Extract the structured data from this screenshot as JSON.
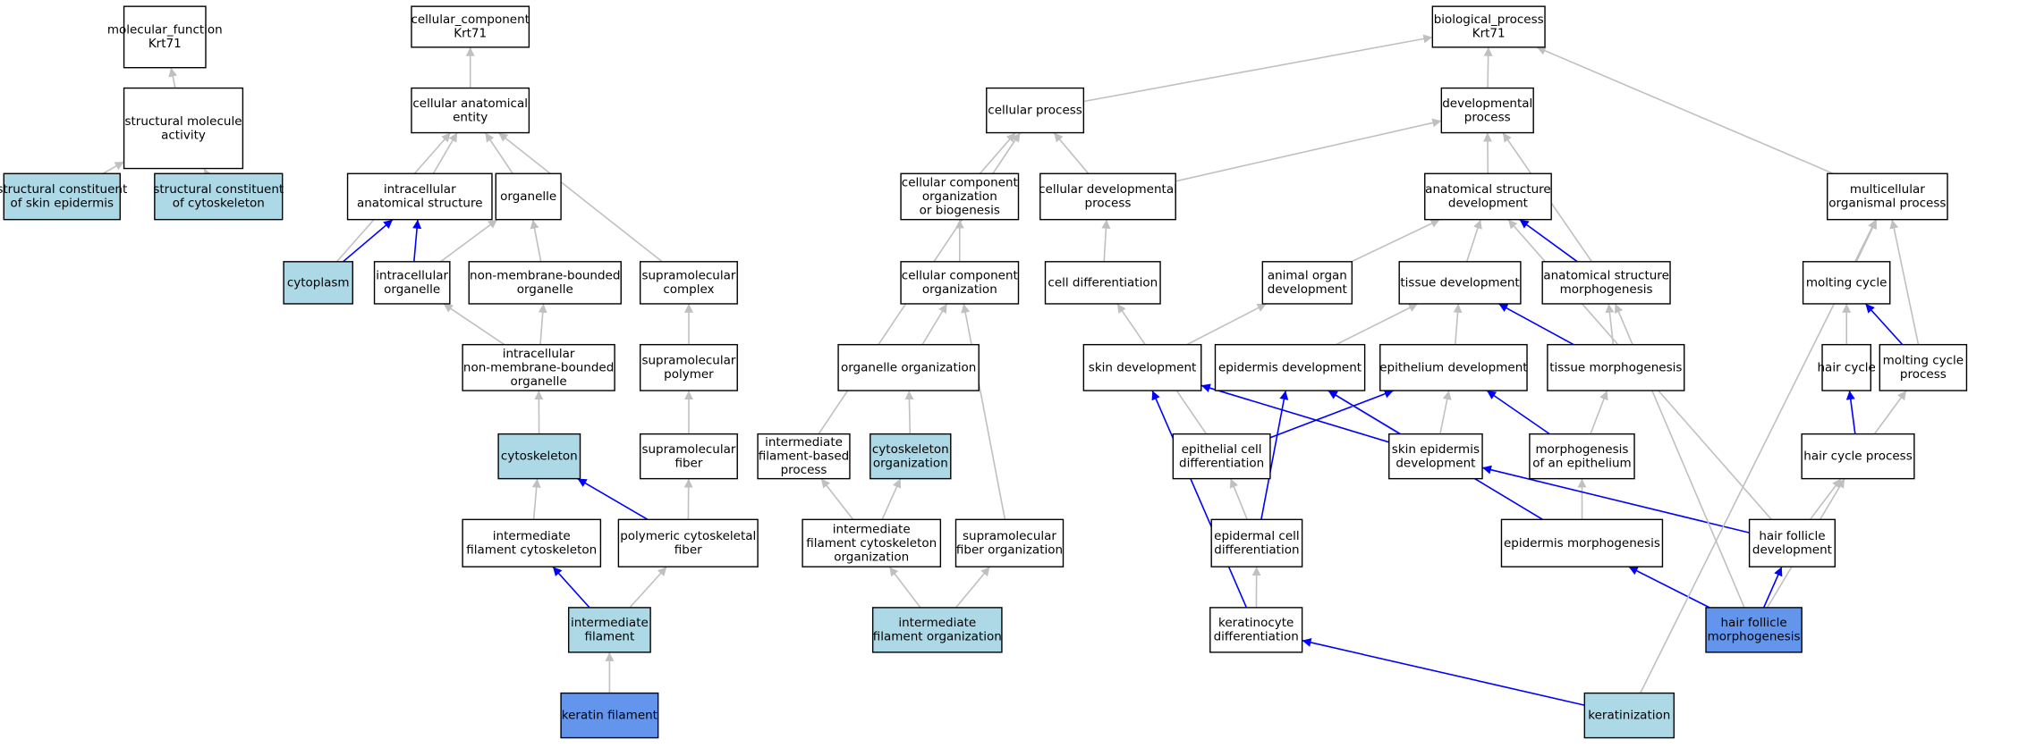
{
  "colors": {
    "default": "#ffffff",
    "highlight": "#add8e6",
    "query": "#6495ed",
    "edge_is_a": "#c0c0c0",
    "edge_part_of": "#0000ff"
  },
  "nodes": [
    {
      "id": "mf",
      "lines": [
        "molecular_function",
        "Krt71"
      ],
      "fill": "default"
    },
    {
      "id": "sma",
      "lines": [
        "structural molecule",
        "activity"
      ],
      "fill": "default"
    },
    {
      "id": "scse",
      "lines": [
        "structural constituent",
        "of skin epidermis"
      ],
      "fill": "highlight"
    },
    {
      "id": "scc",
      "lines": [
        "structural constituent",
        "of cytoskeleton"
      ],
      "fill": "highlight"
    },
    {
      "id": "cc",
      "lines": [
        "cellular_component",
        "Krt71"
      ],
      "fill": "default"
    },
    {
      "id": "cae",
      "lines": [
        "cellular anatomical",
        "entity"
      ],
      "fill": "default"
    },
    {
      "id": "ias",
      "lines": [
        "intracellular",
        "anatomical structure"
      ],
      "fill": "default"
    },
    {
      "id": "org",
      "lines": [
        "organelle"
      ],
      "fill": "default"
    },
    {
      "id": "cyto",
      "lines": [
        "cytoplasm"
      ],
      "fill": "highlight"
    },
    {
      "id": "io",
      "lines": [
        "intracellular",
        "organelle"
      ],
      "fill": "default"
    },
    {
      "id": "nmbo",
      "lines": [
        "non-membrane-bounded",
        "organelle"
      ],
      "fill": "default"
    },
    {
      "id": "smc",
      "lines": [
        "supramolecular",
        "complex"
      ],
      "fill": "default"
    },
    {
      "id": "inmbo",
      "lines": [
        "intracellular",
        "non-membrane-bounded",
        "organelle"
      ],
      "fill": "default"
    },
    {
      "id": "smp",
      "lines": [
        "supramolecular",
        "polymer"
      ],
      "fill": "default"
    },
    {
      "id": "csk",
      "lines": [
        "cytoskeleton"
      ],
      "fill": "highlight"
    },
    {
      "id": "smf",
      "lines": [
        "supramolecular",
        "fiber"
      ],
      "fill": "default"
    },
    {
      "id": "ifc",
      "lines": [
        "intermediate",
        "filament cytoskeleton"
      ],
      "fill": "default"
    },
    {
      "id": "pcf",
      "lines": [
        "polymeric cytoskeletal",
        "fiber"
      ],
      "fill": "default"
    },
    {
      "id": "if",
      "lines": [
        "intermediate",
        "filament"
      ],
      "fill": "highlight"
    },
    {
      "id": "kf",
      "lines": [
        "keratin filament"
      ],
      "fill": "query"
    },
    {
      "id": "bp",
      "lines": [
        "biological_process",
        "Krt71"
      ],
      "fill": "default"
    },
    {
      "id": "cp",
      "lines": [
        "cellular process"
      ],
      "fill": "default"
    },
    {
      "id": "dp",
      "lines": [
        "developmental",
        "process"
      ],
      "fill": "default"
    },
    {
      "id": "ccob",
      "lines": [
        "cellular component",
        "organization",
        "or biogenesis"
      ],
      "fill": "default"
    },
    {
      "id": "cdp",
      "lines": [
        "cellular developmental",
        "process"
      ],
      "fill": "default"
    },
    {
      "id": "asd",
      "lines": [
        "anatomical structure",
        "development"
      ],
      "fill": "default"
    },
    {
      "id": "mop",
      "lines": [
        "multicellular",
        "organismal process"
      ],
      "fill": "default"
    },
    {
      "id": "cco",
      "lines": [
        "cellular component",
        "organization"
      ],
      "fill": "default"
    },
    {
      "id": "cd",
      "lines": [
        "cell differentiation"
      ],
      "fill": "default"
    },
    {
      "id": "aod",
      "lines": [
        "animal organ",
        "development"
      ],
      "fill": "default"
    },
    {
      "id": "td",
      "lines": [
        "tissue development"
      ],
      "fill": "default"
    },
    {
      "id": "asm",
      "lines": [
        "anatomical structure",
        "morphogenesis"
      ],
      "fill": "default"
    },
    {
      "id": "mc",
      "lines": [
        "molting cycle"
      ],
      "fill": "default"
    },
    {
      "id": "oo",
      "lines": [
        "organelle organization"
      ],
      "fill": "default"
    },
    {
      "id": "sd",
      "lines": [
        "skin development"
      ],
      "fill": "default"
    },
    {
      "id": "epd",
      "lines": [
        "epidermis development"
      ],
      "fill": "default"
    },
    {
      "id": "ethd",
      "lines": [
        "epithelium development"
      ],
      "fill": "default"
    },
    {
      "id": "tm",
      "lines": [
        "tissue morphogenesis"
      ],
      "fill": "default"
    },
    {
      "id": "hc",
      "lines": [
        "hair cycle"
      ],
      "fill": "default"
    },
    {
      "id": "mcp",
      "lines": [
        "molting cycle",
        "process"
      ],
      "fill": "default"
    },
    {
      "id": "ifbp",
      "lines": [
        "intermediate",
        "filament-based",
        "process"
      ],
      "fill": "default"
    },
    {
      "id": "csko",
      "lines": [
        "cytoskeleton",
        "organization"
      ],
      "fill": "highlight"
    },
    {
      "id": "ecd",
      "lines": [
        "epithelial cell",
        "differentiation"
      ],
      "fill": "default"
    },
    {
      "id": "sed",
      "lines": [
        "skin epidermis",
        "development"
      ],
      "fill": "default"
    },
    {
      "id": "moe",
      "lines": [
        "morphogenesis",
        "of an epithelium"
      ],
      "fill": "default"
    },
    {
      "id": "hcp",
      "lines": [
        "hair cycle process"
      ],
      "fill": "default"
    },
    {
      "id": "ifco",
      "lines": [
        "intermediate",
        "filament cytoskeleton",
        "organization"
      ],
      "fill": "default"
    },
    {
      "id": "smfo",
      "lines": [
        "supramolecular",
        "fiber organization"
      ],
      "fill": "default"
    },
    {
      "id": "edcd",
      "lines": [
        "epidermal cell",
        "differentiation"
      ],
      "fill": "default"
    },
    {
      "id": "epm",
      "lines": [
        "epidermis morphogenesis"
      ],
      "fill": "default"
    },
    {
      "id": "hfd",
      "lines": [
        "hair follicle",
        "development"
      ],
      "fill": "default"
    },
    {
      "id": "kd",
      "lines": [
        "keratinocyte",
        "differentiation"
      ],
      "fill": "default"
    },
    {
      "id": "ifo",
      "lines": [
        "intermediate",
        "filament organization"
      ],
      "fill": "highlight"
    },
    {
      "id": "hfm",
      "lines": [
        "hair follicle",
        "morphogenesis"
      ],
      "fill": "query"
    },
    {
      "id": "ker",
      "lines": [
        "keratinization"
      ],
      "fill": "highlight"
    }
  ],
  "edges": [
    {
      "from": "sma",
      "to": "mf",
      "rel": "is_a"
    },
    {
      "from": "scse",
      "to": "sma",
      "rel": "is_a"
    },
    {
      "from": "scc",
      "to": "sma",
      "rel": "is_a"
    },
    {
      "from": "cae",
      "to": "cc",
      "rel": "is_a"
    },
    {
      "from": "ias",
      "to": "cae",
      "rel": "is_a"
    },
    {
      "from": "org",
      "to": "cae",
      "rel": "is_a"
    },
    {
      "from": "cyto",
      "to": "cae",
      "rel": "is_a"
    },
    {
      "from": "cyto",
      "to": "ias",
      "rel": "part_of"
    },
    {
      "from": "io",
      "to": "ias",
      "rel": "part_of"
    },
    {
      "from": "io",
      "to": "org",
      "rel": "is_a"
    },
    {
      "from": "nmbo",
      "to": "org",
      "rel": "is_a"
    },
    {
      "from": "smc",
      "to": "cae",
      "rel": "is_a"
    },
    {
      "from": "inmbo",
      "to": "io",
      "rel": "is_a"
    },
    {
      "from": "inmbo",
      "to": "nmbo",
      "rel": "is_a"
    },
    {
      "from": "smp",
      "to": "smc",
      "rel": "is_a"
    },
    {
      "from": "csk",
      "to": "inmbo",
      "rel": "is_a"
    },
    {
      "from": "smf",
      "to": "smp",
      "rel": "is_a"
    },
    {
      "from": "ifc",
      "to": "csk",
      "rel": "is_a"
    },
    {
      "from": "pcf",
      "to": "csk",
      "rel": "part_of"
    },
    {
      "from": "pcf",
      "to": "smf",
      "rel": "is_a"
    },
    {
      "from": "if",
      "to": "ifc",
      "rel": "part_of"
    },
    {
      "from": "if",
      "to": "pcf",
      "rel": "is_a"
    },
    {
      "from": "kf",
      "to": "if",
      "rel": "is_a"
    },
    {
      "from": "cp",
      "to": "bp",
      "rel": "is_a"
    },
    {
      "from": "dp",
      "to": "bp",
      "rel": "is_a"
    },
    {
      "from": "mop",
      "to": "bp",
      "rel": "is_a"
    },
    {
      "from": "ccob",
      "to": "cp",
      "rel": "is_a"
    },
    {
      "from": "cdp",
      "to": "cp",
      "rel": "is_a"
    },
    {
      "from": "cdp",
      "to": "dp",
      "rel": "is_a"
    },
    {
      "from": "asd",
      "to": "dp",
      "rel": "is_a"
    },
    {
      "from": "cco",
      "to": "ccob",
      "rel": "is_a"
    },
    {
      "from": "cd",
      "to": "cdp",
      "rel": "is_a"
    },
    {
      "from": "aod",
      "to": "asd",
      "rel": "is_a"
    },
    {
      "from": "td",
      "to": "asd",
      "rel": "is_a"
    },
    {
      "from": "asm",
      "to": "asd",
      "rel": "part_of"
    },
    {
      "from": "asm",
      "to": "dp",
      "rel": "is_a"
    },
    {
      "from": "mc",
      "to": "mop",
      "rel": "is_a"
    },
    {
      "from": "oo",
      "to": "cco",
      "rel": "is_a"
    },
    {
      "from": "sd",
      "to": "aod",
      "rel": "is_a"
    },
    {
      "from": "epd",
      "to": "td",
      "rel": "is_a"
    },
    {
      "from": "ethd",
      "to": "td",
      "rel": "is_a"
    },
    {
      "from": "tm",
      "to": "td",
      "rel": "part_of"
    },
    {
      "from": "tm",
      "to": "asm",
      "rel": "is_a"
    },
    {
      "from": "hc",
      "to": "mc",
      "rel": "is_a"
    },
    {
      "from": "mcp",
      "to": "mc",
      "rel": "part_of"
    },
    {
      "from": "mcp",
      "to": "mop",
      "rel": "is_a"
    },
    {
      "from": "ifbp",
      "to": "cp",
      "rel": "is_a"
    },
    {
      "from": "csko",
      "to": "oo",
      "rel": "is_a"
    },
    {
      "from": "ecd",
      "to": "cd",
      "rel": "is_a"
    },
    {
      "from": "ecd",
      "to": "ethd",
      "rel": "part_of"
    },
    {
      "from": "sed",
      "to": "sd",
      "rel": "part_of"
    },
    {
      "from": "sed",
      "to": "epd",
      "rel": "is_a"
    },
    {
      "from": "sed",
      "to": "ethd",
      "rel": "is_a"
    },
    {
      "from": "moe",
      "to": "ethd",
      "rel": "part_of"
    },
    {
      "from": "moe",
      "to": "tm",
      "rel": "is_a"
    },
    {
      "from": "hcp",
      "to": "hc",
      "rel": "part_of"
    },
    {
      "from": "hcp",
      "to": "mcp",
      "rel": "is_a"
    },
    {
      "from": "ifco",
      "to": "ifbp",
      "rel": "is_a"
    },
    {
      "from": "ifco",
      "to": "csko",
      "rel": "is_a"
    },
    {
      "from": "smfo",
      "to": "cco",
      "rel": "is_a"
    },
    {
      "from": "edcd",
      "to": "ecd",
      "rel": "is_a"
    },
    {
      "from": "edcd",
      "to": "epd",
      "rel": "part_of"
    },
    {
      "from": "epm",
      "to": "epd",
      "rel": "part_of"
    },
    {
      "from": "epm",
      "to": "moe",
      "rel": "is_a"
    },
    {
      "from": "hfd",
      "to": "asd",
      "rel": "is_a"
    },
    {
      "from": "hfd",
      "to": "sed",
      "rel": "part_of"
    },
    {
      "from": "hfd",
      "to": "hcp",
      "rel": "is_a"
    },
    {
      "from": "kd",
      "to": "sd",
      "rel": "part_of"
    },
    {
      "from": "kd",
      "to": "edcd",
      "rel": "is_a"
    },
    {
      "from": "ifo",
      "to": "ifco",
      "rel": "is_a"
    },
    {
      "from": "ifo",
      "to": "smfo",
      "rel": "is_a"
    },
    {
      "from": "hfm",
      "to": "epm",
      "rel": "part_of"
    },
    {
      "from": "hfm",
      "to": "hfd",
      "rel": "part_of"
    },
    {
      "from": "hfm",
      "to": "asm",
      "rel": "is_a"
    },
    {
      "from": "hfm",
      "to": "hcp",
      "rel": "is_a"
    },
    {
      "from": "ker",
      "to": "kd",
      "rel": "part_of"
    },
    {
      "from": "ker",
      "to": "mop",
      "rel": "is_a"
    }
  ]
}
